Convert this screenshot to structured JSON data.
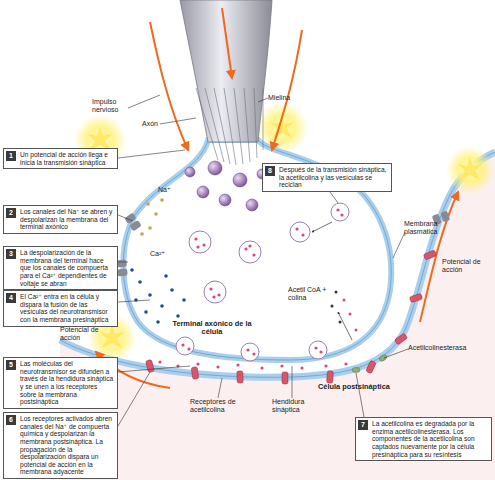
{
  "diagram": {
    "nodes": [
      {
        "text": [
          "1",
          "Un potencial de acción llega e inicia la transmisión sináptica"
        ]
      },
      {
        "text": [
          "2",
          "Los canales del Na⁺ se abren y despolarizan la membrana del terminal axónico"
        ]
      },
      {
        "text": [
          "3",
          "La despolarización de la membrana del terminal hace que los canales de compuerta para el Ca²⁺ dependientes de voltaje se abran"
        ]
      },
      {
        "text": [
          "4",
          "El Ca²⁺ entra en la célula y dispara la fusión de las vesículas del neurotransmisor con la membrana presináptica"
        ]
      },
      {
        "text": [
          "5",
          "Las moléculas del neurotransmisor se difunden a través de la hendidura sináptica y se unen a los receptores sobre la membrana postsináptica"
        ]
      },
      {
        "text": [
          "6",
          "Los receptores activados abren canales del Na⁺ de compuerta química y despolarizan la membrana postsináptica. La propagación de la despolarización dispara un potencial de acción en la membrana adyacente"
        ]
      },
      {
        "text": [
          "7",
          "La acetilcolina es degradada por la enzima acetilcolinesterasa. Los componentes de la acetilcolina son captados nuevamente por la célula presináptica para su resíntesis"
        ]
      },
      {
        "text": [
          "8",
          "Después de la transmisión sináptica, la acetilcolina y las vesículas se reciclan"
        ]
      }
    ],
    "labels": [
      "Impulso nervioso",
      "Axón",
      "Mielina",
      "Na⁺",
      "Membrana plasmática",
      "Ca²⁺",
      "Potencial de acción",
      "Acetil CoA + colina",
      "Potencial de acción",
      "Terminal axónico de la célula",
      "Acetilcolinesterasa",
      "Célula postsináptica",
      "Receptores de acetilcolina",
      "Hendidura sináptica"
    ]
  }
}
